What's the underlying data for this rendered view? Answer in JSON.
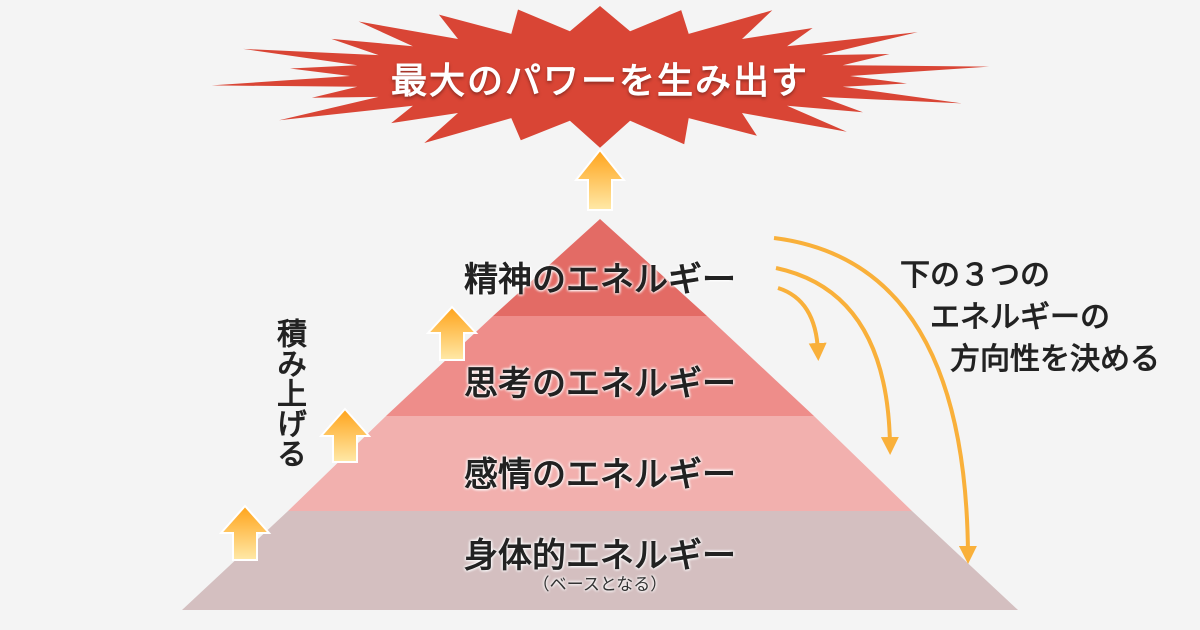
{
  "burst": {
    "text": "最大のパワーを生み出す",
    "color": "#d94535"
  },
  "layers": [
    {
      "label": "精神のエネルギー",
      "color": "#e36b65"
    },
    {
      "label": "思考のエネルギー",
      "color": "#ee8d8a"
    },
    {
      "label": "感情のエネルギー",
      "color": "#f2b0ae"
    },
    {
      "label": "身体的エネルギー",
      "color": "#d4bfc0"
    }
  ],
  "base_note": "（ベースとなる）",
  "side_label": "積み上げる",
  "right_note": {
    "line1": "下の３つの",
    "line2": "エネルギーの",
    "line3": "方向性を決める"
  },
  "arrow_colors": {
    "top": "#ffa31a",
    "bottom": "#ffe9a8",
    "curve": "#f9b03a"
  }
}
